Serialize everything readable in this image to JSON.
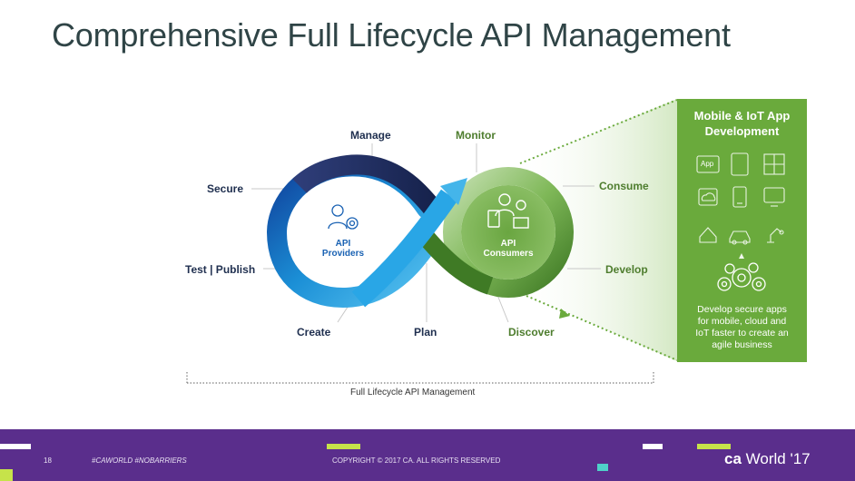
{
  "slide": {
    "title": "Comprehensive Full Lifecycle API Management"
  },
  "diagram": {
    "left_labels": {
      "manage": "Manage",
      "secure": "Secure",
      "test_publish": "Test | Publish",
      "create": "Create",
      "plan": "Plan"
    },
    "right_labels": {
      "monitor": "Monitor",
      "consume": "Consume",
      "develop": "Develop",
      "discover": "Discover"
    },
    "providers": {
      "line1": "API",
      "line2": "Providers"
    },
    "consumers": {
      "line1": "API",
      "line2": "Consumers"
    },
    "bracket_label": "Full Lifecycle  API  Management",
    "colors": {
      "navy": "#1c2a57",
      "blue": "#1b8fd6",
      "green": "#6aaa3c",
      "dark_green": "#3f7a25"
    }
  },
  "panel": {
    "title_line1": "Mobile  & IoT App",
    "title_line2": "Development",
    "icons": [
      "app-icon",
      "tablet-icon",
      "grid-icon",
      "cloud-icon",
      "phone-icon",
      "monitor-icon",
      "house-icon",
      "car-icon",
      "robot-arm-icon",
      "gears-icon"
    ],
    "app_text": "App",
    "desc_line1": "Develop  secure apps",
    "desc_line2": "for mobile, cloud and",
    "desc_line3": "IoT  faster to create an",
    "desc_line4": "agile  business"
  },
  "footer": {
    "page_number": "18",
    "hashtags": "#CAWORLD   #NOBARRIERS",
    "copyright": "COPYRIGHT © 2017 CA. ALL RIGHTS RESERVED",
    "logo_ca": "ca",
    "logo_world": "World '17",
    "bar_colors": [
      "#ffffff",
      "#c6e34a",
      "#4fd0c9"
    ]
  }
}
